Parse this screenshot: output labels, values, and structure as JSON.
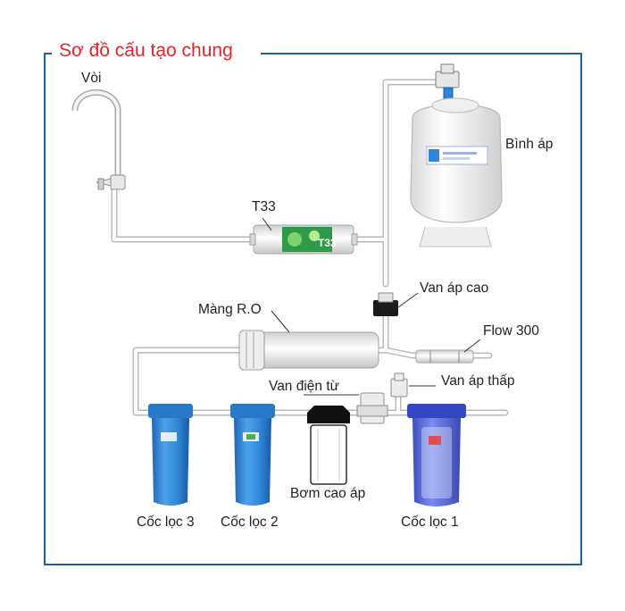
{
  "title": "Sơ đồ cấu tạo chung",
  "labels": {
    "voi": "Vòi",
    "binh_ap": "Bình áp",
    "t33": "T33",
    "t33_marking": "T33",
    "van_ap_cao": "Van áp cao",
    "mang_ro": "Màng R.O",
    "flow_300": "Flow 300",
    "van_dien_tu": "Van điện từ",
    "van_ap_thap": "Van áp thấp",
    "bom_cao_ap": "Bơm cao áp",
    "coc_loc_3": "Cốc lọc 3",
    "coc_loc_2": "Cốc lọc 2",
    "coc_loc_1": "Cốc lọc 1"
  },
  "colors": {
    "title": "#e3262c",
    "frame": "#1c5fa6",
    "pipe": "#e6e6e6",
    "filter_blue": "#2f86d8",
    "filter_clear": "#3a4fd0",
    "tank": "#f4f4f4"
  }
}
